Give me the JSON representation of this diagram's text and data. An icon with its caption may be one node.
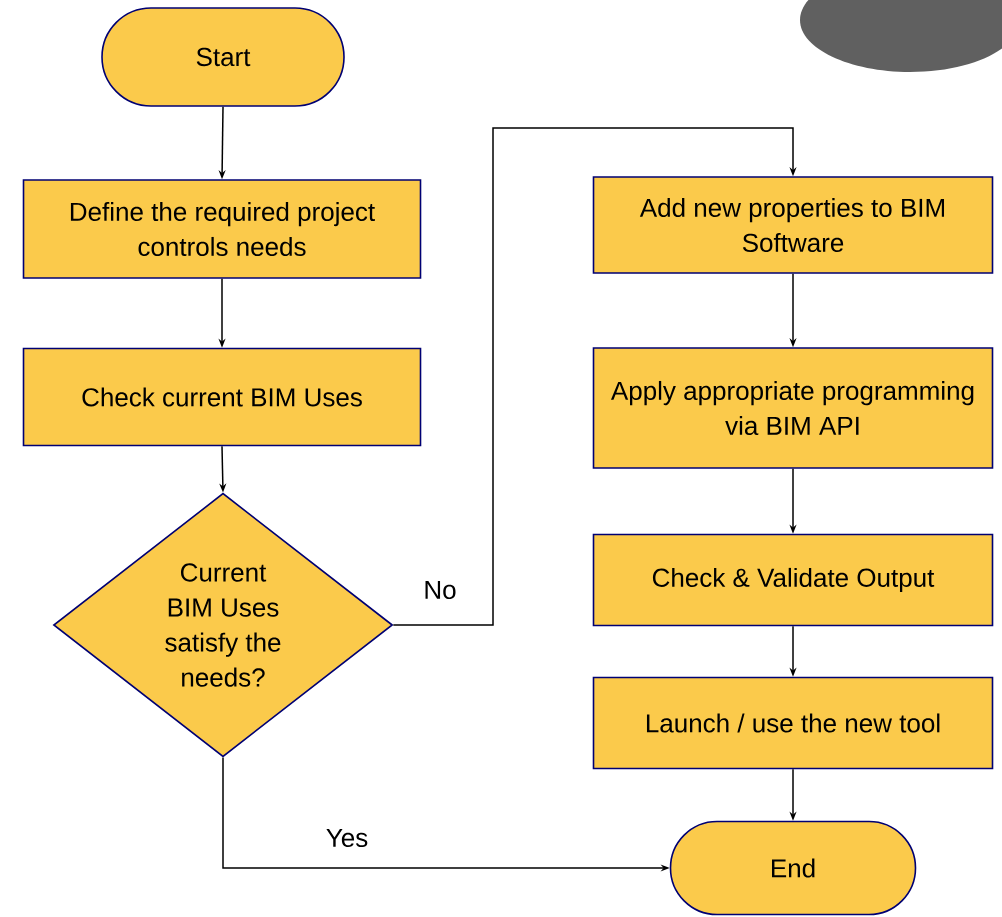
{
  "diagram": {
    "nodes": [
      {
        "text": [
          "Start"
        ]
      },
      {
        "text": [
          "Define the required project controls needs"
        ]
      },
      {
        "text": [
          "Check current BIM Uses"
        ]
      },
      {
        "text": [
          "Current BIM Uses satisfy the needs?"
        ]
      },
      {
        "text": [
          "Add new properties to BIM Software"
        ]
      },
      {
        "text": [
          "Apply appropriate programming via BIM API"
        ]
      },
      {
        "text": [
          "Check & Validate Output"
        ]
      },
      {
        "text": [
          "Launch / use the new tool"
        ]
      },
      {
        "text": [
          "End"
        ]
      }
    ],
    "edges": [
      {
        "from": 0,
        "to": 1,
        "arrow": "to"
      },
      {
        "from": 1,
        "to": 2,
        "arrow": "to"
      },
      {
        "from": 2,
        "to": 3,
        "arrow": "to"
      },
      {
        "from": 3,
        "to": 4,
        "arrow": "to",
        "label": "No"
      },
      {
        "from": 4,
        "to": 5,
        "arrow": "to"
      },
      {
        "from": 5,
        "to": 6,
        "arrow": "to"
      },
      {
        "from": 6,
        "to": 7,
        "arrow": "to"
      },
      {
        "from": 7,
        "to": 8,
        "arrow": "to"
      },
      {
        "from": 3,
        "to": 8,
        "arrow": "to",
        "label": "Yes"
      }
    ]
  }
}
